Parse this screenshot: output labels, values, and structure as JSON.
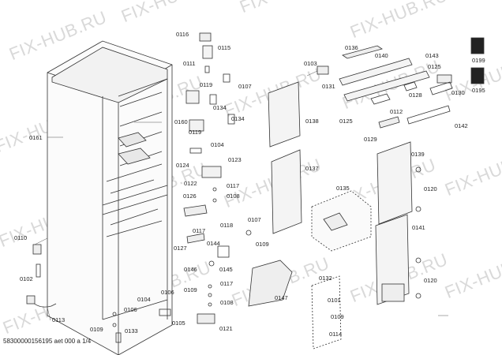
{
  "watermark": "FIX-HUB.RU",
  "footer": "58300000156195 aet 000 a 1/4",
  "labels": {
    "l0116": "0116",
    "l0115": "0115",
    "l0111": "0111",
    "l0107a": "0107",
    "l0119a": "0119",
    "l0119b": "0119",
    "l0134a": "0134",
    "l0134b": "0134",
    "l0160": "0160",
    "l0161": "0161",
    "l0104a": "0104",
    "l0124": "0124",
    "l0123": "0123",
    "l0122": "0122",
    "l0117a": "0117",
    "l0126": "0126",
    "l0108a": "0108",
    "l0117b": "0117",
    "l0118": "0118",
    "l0127": "0127",
    "l0144": "0144",
    "l0146": "0146",
    "l0145": "0145",
    "l0110": "0110",
    "l0102": "0102",
    "l0113": "0113",
    "l0109a": "0109",
    "l0106a": "0106",
    "l0133": "0133",
    "l0104b": "0104",
    "l0106b": "0106",
    "l0109b": "0109",
    "l0117c": "0117",
    "l0108b": "0108",
    "l0105": "0105",
    "l0121": "0121",
    "l0107b": "0107",
    "l0109c": "0109",
    "l0147": "0147",
    "l0138": "0138",
    "l0137": "0137",
    "l0135": "0135",
    "l0136": "0136",
    "l0140": "0140",
    "l0143": "0143",
    "l0103": "0103",
    "l0125a": "0125",
    "l0128": "0128",
    "l0131": "0131",
    "l0130": "0130",
    "l0112": "0112",
    "l0125b": "0125",
    "l0129": "0129",
    "l0142": "0142",
    "l0139": "0139",
    "l0120a": "0120",
    "l0141": "0141",
    "l0120b": "0120",
    "l0132": "0132",
    "l0101": "0101",
    "l0109d": "0109",
    "l0114": "0114",
    "l0199": "0199",
    "l0195": "0195"
  }
}
